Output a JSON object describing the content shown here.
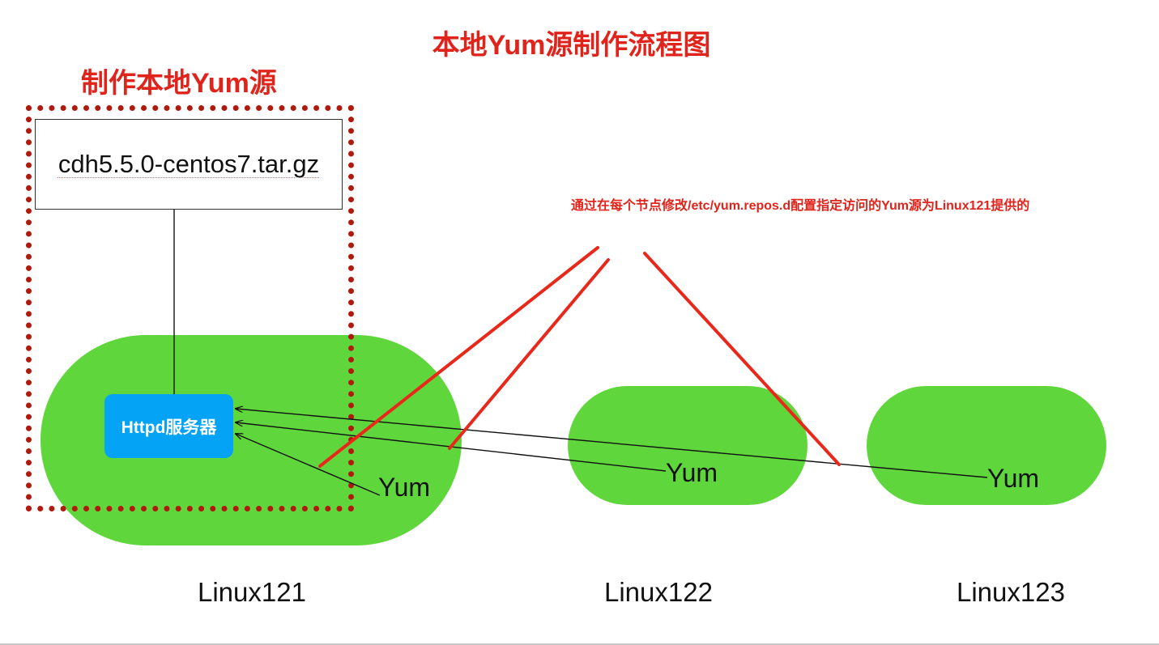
{
  "diagram": {
    "title": "本地Yum源制作流程图",
    "section_label": "制作本地Yum源",
    "package_file": "cdh5.5.0-centos7.tar.gz",
    "server_label": "Httpd服务器",
    "annotation": "通过在每个节点修改/etc/yum.repos.d配置指定访问的Yum源为Linux121提供的",
    "nodes": [
      {
        "name": "Linux121",
        "client_label": "Yum"
      },
      {
        "name": "Linux122",
        "client_label": "Yum"
      },
      {
        "name": "Linux123",
        "client_label": "Yum"
      }
    ],
    "edges": [
      {
        "from": "cdh5.5.0-centos7.tar.gz",
        "to": "Httpd服务器",
        "type": "line"
      },
      {
        "from": "Linux121 Yum",
        "to": "Httpd服务器",
        "type": "arrow"
      },
      {
        "from": "Linux122 Yum",
        "to": "Httpd服务器",
        "type": "arrow"
      },
      {
        "from": "Linux123 Yum",
        "to": "Httpd服务器",
        "type": "arrow"
      }
    ],
    "colors": {
      "title_red": "#e0241b",
      "dotted_border": "#b01a0c",
      "node_green": "#60d63d",
      "server_blue": "#04a3f5",
      "callout_red": "#e8281a"
    }
  }
}
